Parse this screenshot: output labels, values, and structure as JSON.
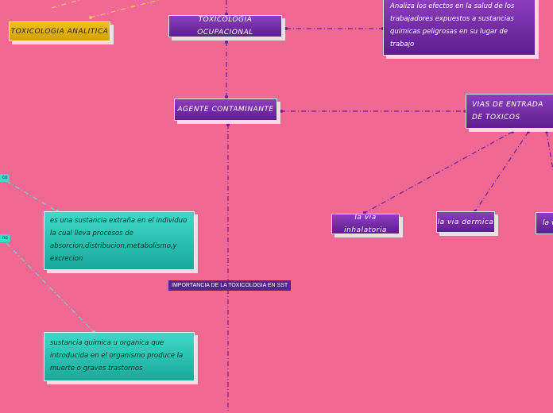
{
  "colors": {
    "background": "#f06994",
    "purple_node": "#7a2fb0",
    "teal_node": "#2cc9b8",
    "gold_node": "#e8b512",
    "link_purple": "#6a1e96",
    "link_teal": "#7fd6d2",
    "link_gold": "#f5c06a"
  },
  "nodes": {
    "toxicologia_analitica": "TOXICOLOGIA ANALITICA",
    "toxicologia_ocupacional": "TOXICOLOGIA OCUPACIONAL",
    "toxicologia_ocupacional_desc": " Analiza los efectos en la salud de los trabajadores expuestos a sustancias quimicas peligrosas en su lugar de trabajo",
    "agente_contaminante": "AGENTE CONTAMINANTE",
    "vias_entrada": "VIAS DE ENTRADA DE TOXICOS",
    "via_inhalatoria": "la via inhalatoria",
    "via_dermica": "la via dermica",
    "via_third_partial": "la v",
    "xenobiotico_desc": "es una sustancia extraña en el individuo la cual lleva procesos de absorcion,distribucion,metabolismo,y excrecion",
    "toxico_desc": "sustancia quimica u organica que introducida en el organismo produce la muerte o graves trastornos",
    "importancia_label": "IMPORTANCIA DE LA TOXICOLOGIA EN SST",
    "left_pill_1": "co",
    "left_pill_2": "no"
  }
}
